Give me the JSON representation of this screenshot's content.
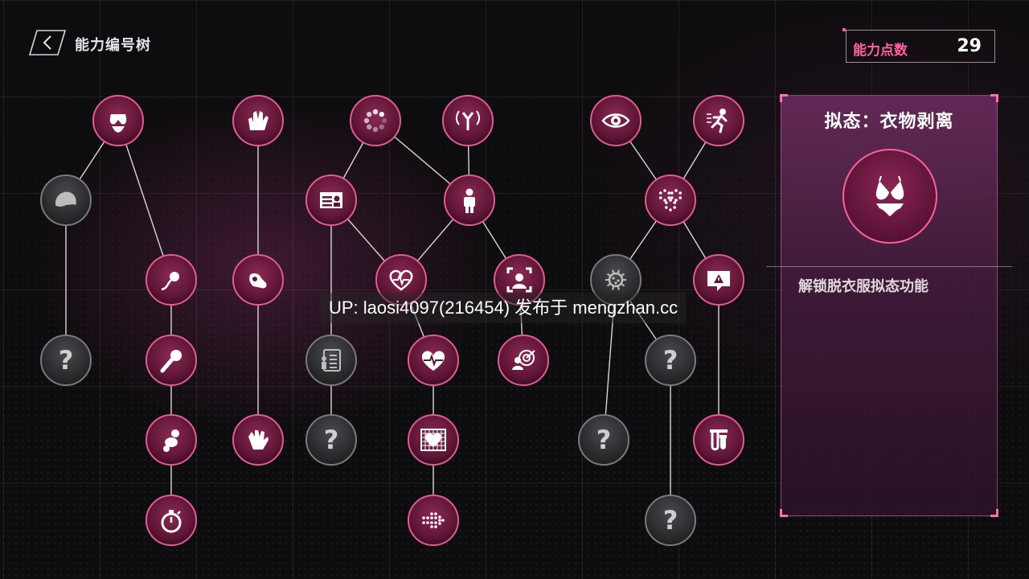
{
  "header": {
    "title": "能力编号树",
    "back_icon": "chevron-left-icon"
  },
  "points": {
    "label": "能力点数",
    "value": "29"
  },
  "detail": {
    "title": "拟态：衣物剥离",
    "icon": "lingerie-icon",
    "description": "解锁脱衣服拟态功能"
  },
  "watermark": "UP: laosi4097(216454) 发布于 mengzhan.cc",
  "colors": {
    "accent": "#ff5fa6",
    "node_active": "#7a1e46",
    "node_locked": "#3a3a3d",
    "panel": "#6e2d5f"
  },
  "tree": {
    "nodes": [
      {
        "id": "n1",
        "icon": "lingerie-icon",
        "state": "active"
      },
      {
        "id": "n2",
        "icon": "hair-icon",
        "state": "locked"
      },
      {
        "id": "n3",
        "icon": "sperm-icon",
        "state": "active"
      },
      {
        "id": "n4",
        "icon": "unknown-icon",
        "state": "locked",
        "label": "?"
      },
      {
        "id": "n5",
        "icon": "microphone-icon",
        "state": "active"
      },
      {
        "id": "n6",
        "icon": "body-icon",
        "state": "active"
      },
      {
        "id": "n7",
        "icon": "stopwatch-icon",
        "state": "active"
      },
      {
        "id": "n8",
        "icon": "hand-icon",
        "state": "active"
      },
      {
        "id": "n9",
        "icon": "finger-gesture-icon",
        "state": "active"
      },
      {
        "id": "n10",
        "icon": "hand-wave-icon",
        "state": "active"
      },
      {
        "id": "n11",
        "icon": "loading-icon",
        "state": "active"
      },
      {
        "id": "n12",
        "icon": "antenna-icon",
        "state": "active"
      },
      {
        "id": "n13",
        "icon": "id-card-icon",
        "state": "active"
      },
      {
        "id": "n14",
        "icon": "person-icon",
        "state": "active"
      },
      {
        "id": "n15",
        "icon": "heartbeat-icon",
        "state": "active"
      },
      {
        "id": "n16",
        "icon": "face-scan-icon",
        "state": "active"
      },
      {
        "id": "n17",
        "icon": "document-person-icon",
        "state": "locked"
      },
      {
        "id": "n18",
        "icon": "heart-rate-icon",
        "state": "active"
      },
      {
        "id": "n19",
        "icon": "target-person-icon",
        "state": "active"
      },
      {
        "id": "n20",
        "icon": "unknown-icon",
        "state": "locked",
        "label": "?"
      },
      {
        "id": "n21",
        "icon": "heart-grid-icon",
        "state": "active"
      },
      {
        "id": "n22",
        "icon": "arrow-dots-icon",
        "state": "active"
      },
      {
        "id": "n23",
        "icon": "eye-icon",
        "state": "active"
      },
      {
        "id": "n24",
        "icon": "running-person-icon",
        "state": "active"
      },
      {
        "id": "n25",
        "icon": "hexagon-network-icon",
        "state": "active"
      },
      {
        "id": "n26",
        "icon": "virus-icon",
        "state": "locked"
      },
      {
        "id": "n27",
        "icon": "warning-bubble-icon",
        "state": "active"
      },
      {
        "id": "n28",
        "icon": "unknown-icon",
        "state": "locked",
        "label": "?"
      },
      {
        "id": "n29",
        "icon": "unknown-icon",
        "state": "locked",
        "label": "?"
      },
      {
        "id": "n30",
        "icon": "test-tube-icon",
        "state": "active"
      },
      {
        "id": "n31",
        "icon": "unknown-icon",
        "state": "locked",
        "label": "?"
      }
    ]
  }
}
